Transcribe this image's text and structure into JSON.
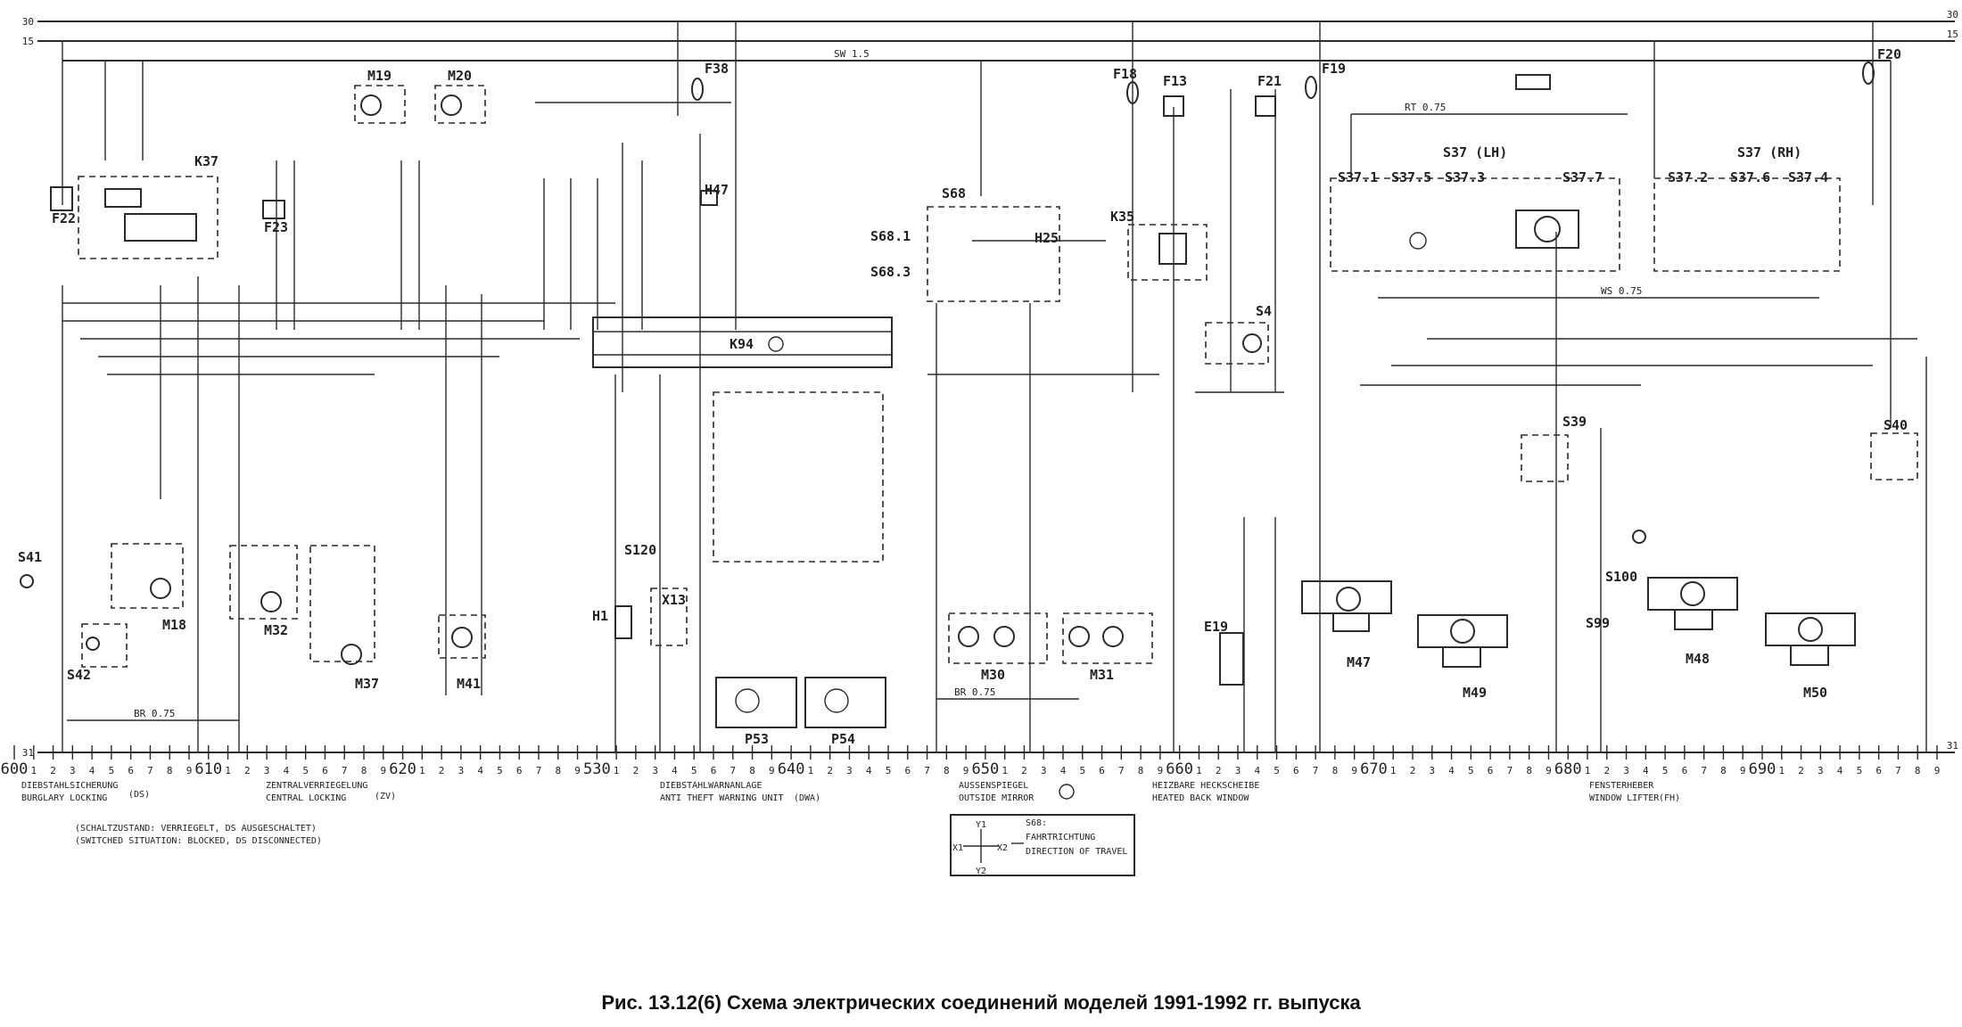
{
  "caption": "Рис. 13.12(6) Схема электрических соединений моделей 1991-1992 гг. выпуска",
  "rails": {
    "r30": "30",
    "r15": "15",
    "r31": "31"
  },
  "top_wires": {
    "sw15": "SW 1.5",
    "rt075": "RT 0.75",
    "ws075": "WS 0.75",
    "br075": "BR 0.75"
  },
  "fuses": {
    "f38": "F38",
    "f18": "F18",
    "f19": "F19",
    "f20": "F20",
    "f13": "F13",
    "f21": "F21",
    "f22": "F22",
    "f23": "F23"
  },
  "relays": {
    "k37": "K37",
    "k94": "K94",
    "k35": "K35"
  },
  "motors": {
    "m18": "M18",
    "m19": "M19",
    "m20": "M20",
    "m30": "M30",
    "m31": "M31",
    "m32": "M32",
    "m37": "M37",
    "m41": "M41",
    "m47": "M47",
    "m48": "M48",
    "m49": "M49",
    "m50": "M50"
  },
  "switches": {
    "s41": "S41",
    "s42": "S42",
    "s120": "S120",
    "s68": "S68",
    "s68_1": "S68.1",
    "s68_3": "S68.3",
    "s4": "S4",
    "s39": "S39",
    "s40": "S40",
    "s99": "S99",
    "s100": "S100",
    "s37_lh": "S37 (LH)",
    "s37_rh": "S37 (RH)",
    "s37_1": "S37.1",
    "s37_5": "S37.5",
    "s37_3": "S37.3",
    "s37_7": "S37.7",
    "s37_2": "S37.2",
    "s37_6": "S37.6",
    "s37_4": "S37.4"
  },
  "others": {
    "h47": "H47",
    "h1": "H1",
    "h25": "H25",
    "x13": "X13",
    "e19": "E19",
    "p53": "P53",
    "p54": "P54"
  },
  "bus_ticks": [
    "600",
    "1",
    "2",
    "3",
    "4",
    "5",
    "6",
    "7",
    "8",
    "9",
    "610",
    "1",
    "2",
    "3",
    "4",
    "5",
    "6",
    "7",
    "8",
    "9",
    "620",
    "1",
    "2",
    "3",
    "4",
    "5",
    "6",
    "7",
    "8",
    "9",
    "530",
    "1",
    "2",
    "3",
    "4",
    "5",
    "6",
    "7",
    "8",
    "9",
    "640",
    "1",
    "2",
    "3",
    "4",
    "5",
    "6",
    "7",
    "8",
    "9",
    "650",
    "1",
    "2",
    "3",
    "4",
    "5",
    "6",
    "7",
    "8",
    "9",
    "660",
    "1",
    "2",
    "3",
    "4",
    "5",
    "6",
    "7",
    "8",
    "9",
    "670",
    "1",
    "2",
    "3",
    "4",
    "5",
    "6",
    "7",
    "8",
    "9",
    "680",
    "1",
    "2",
    "3",
    "4",
    "5",
    "6",
    "7",
    "8",
    "9",
    "690",
    "1",
    "2",
    "3",
    "4",
    "5",
    "6",
    "7",
    "8",
    "9"
  ],
  "func_labels": {
    "a_de": "DIEBSTAHLSICHERUNG",
    "a_en": "BURGLARY LOCKING",
    "a_code": "(DS)",
    "b_de": "ZENTRALVERRIEGELUNG",
    "b_en": "CENTRAL LOCKING",
    "b_code": "(ZV)",
    "c_de": "DIEBSTAHLWARNANLAGE",
    "c_en": "ANTI THEFT WARNING UNIT",
    "c_code": "(DWA)",
    "d_de": "AUSSENSPIEGEL",
    "d_en": "OUTSIDE MIRROR",
    "e_de": "HEIZBARE HECKSCHEIBE",
    "e_en": "HEATED BACK WINDOW",
    "f_de": "FENSTERHEBER",
    "f_en": "WINDOW LIFTER",
    "f_code": "(FH)"
  },
  "notes": {
    "n1": "(SCHALTZUSTAND: VERRIEGELT, DS AUSGESCHALTET)",
    "n2": "(SWITCHED SITUATION: BLOCKED, DS DISCONNECTED)"
  },
  "travel_box": {
    "code": "S68:",
    "de": "FAHRTRICHTUNG",
    "en": "DIRECTION OF TRAVEL",
    "y1": "Y1",
    "y2": "Y2",
    "x1": "X1",
    "x2": "X2"
  }
}
